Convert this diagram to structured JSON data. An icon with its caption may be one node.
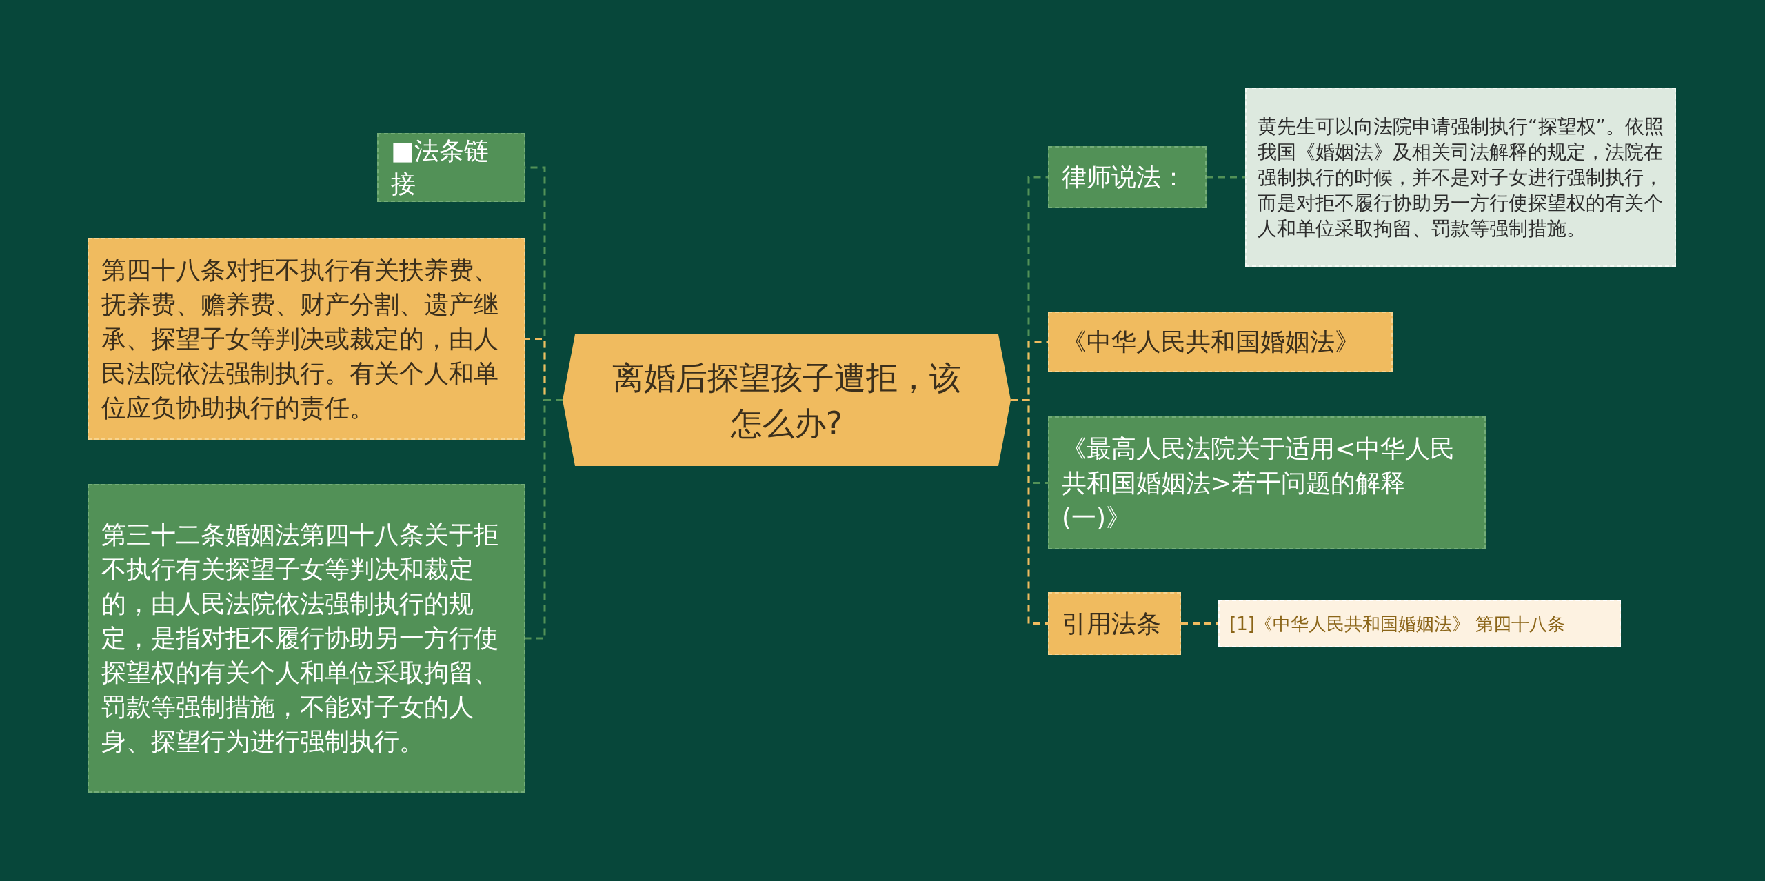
{
  "diagram": {
    "nodes": [
      {
        "text": [
          "离婚后探望孩子遭拒，该怎么办?"
        ]
      },
      {
        "text": [
          "■法条链接"
        ]
      },
      {
        "text": [
          "第四十八条对拒不执行有关扶养费、抚养费、赡养费、财产分割、遗产继承、探望子女等判决或裁定的，由人民法院依法强制执行。有关个人和单位应负协助执行的责任。"
        ]
      },
      {
        "text": [
          "第三十二条婚姻法第四十八条关于拒不执行有关探望子女等判决和裁定的，由人民法院依法强制执行的规定，是指对拒不履行协助另一方行使探望权的有关个人和单位采取拘留、罚款等强制措施，不能对子女的人身、探望行为进行强制执行。"
        ]
      },
      {
        "text": [
          "律师说法："
        ]
      },
      {
        "text": [
          "黄先生可以向法院申请强制执行“探望权”。依照我国《婚姻法》及相关司法解释的规定，法院在强制执行的时候，并不是对子女进行强制执行，而是对拒不履行协助另一方行使探望权的有关个人和单位采取拘留、罚款等强制措施。"
        ]
      },
      {
        "text": [
          "《中华人民共和国婚姻法》"
        ]
      },
      {
        "text": [
          "《最高人民法院关于适用<中华人民共和国婚姻法>若干问题的解释(一)》"
        ]
      },
      {
        "text": [
          "引用法条"
        ]
      },
      {
        "text": [
          "[1]《中华人民共和国婚姻法》 第四十八条"
        ]
      }
    ],
    "edges": [
      {
        "from": 0,
        "to": 1,
        "arrow": "none",
        "style": "dashed"
      },
      {
        "from": 0,
        "to": 2,
        "arrow": "none",
        "style": "dashed",
        "color": "#f0bb5f"
      },
      {
        "from": 0,
        "to": 3,
        "arrow": "none",
        "style": "dashed"
      },
      {
        "from": 0,
        "to": 4,
        "arrow": "none",
        "style": "dashed"
      },
      {
        "from": 0,
        "to": 6,
        "arrow": "none",
        "style": "dashed",
        "color": "#f0bb5f"
      },
      {
        "from": 0,
        "to": 7,
        "arrow": "none",
        "style": "dashed"
      },
      {
        "from": 0,
        "to": 8,
        "arrow": "none",
        "style": "dashed",
        "color": "#f0bb5f"
      },
      {
        "from": 4,
        "to": 5,
        "arrow": "none",
        "style": "dashed"
      },
      {
        "from": 8,
        "to": 9,
        "arrow": "none",
        "style": "dashed",
        "color": "#f0bb5f"
      }
    ]
  }
}
